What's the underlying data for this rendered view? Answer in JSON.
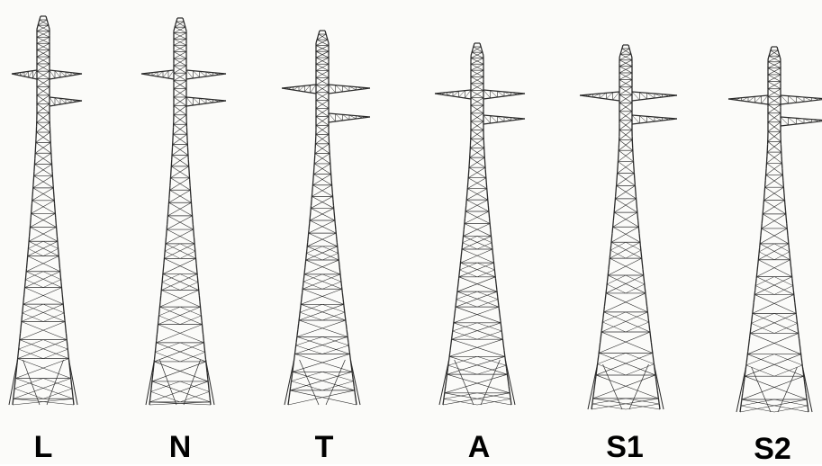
{
  "towers": [
    {
      "label": "L",
      "style": "lattice"
    },
    {
      "label": "N",
      "style": "lattice"
    },
    {
      "label": "T",
      "style": "lattice"
    },
    {
      "label": "A",
      "style": "lattice"
    },
    {
      "label": "S1",
      "style": "lattice"
    },
    {
      "label": "S2",
      "style": "lattice"
    }
  ],
  "colors": {
    "line": "#2a2a2a",
    "label": "#000000",
    "background": "#fbfbf9"
  }
}
